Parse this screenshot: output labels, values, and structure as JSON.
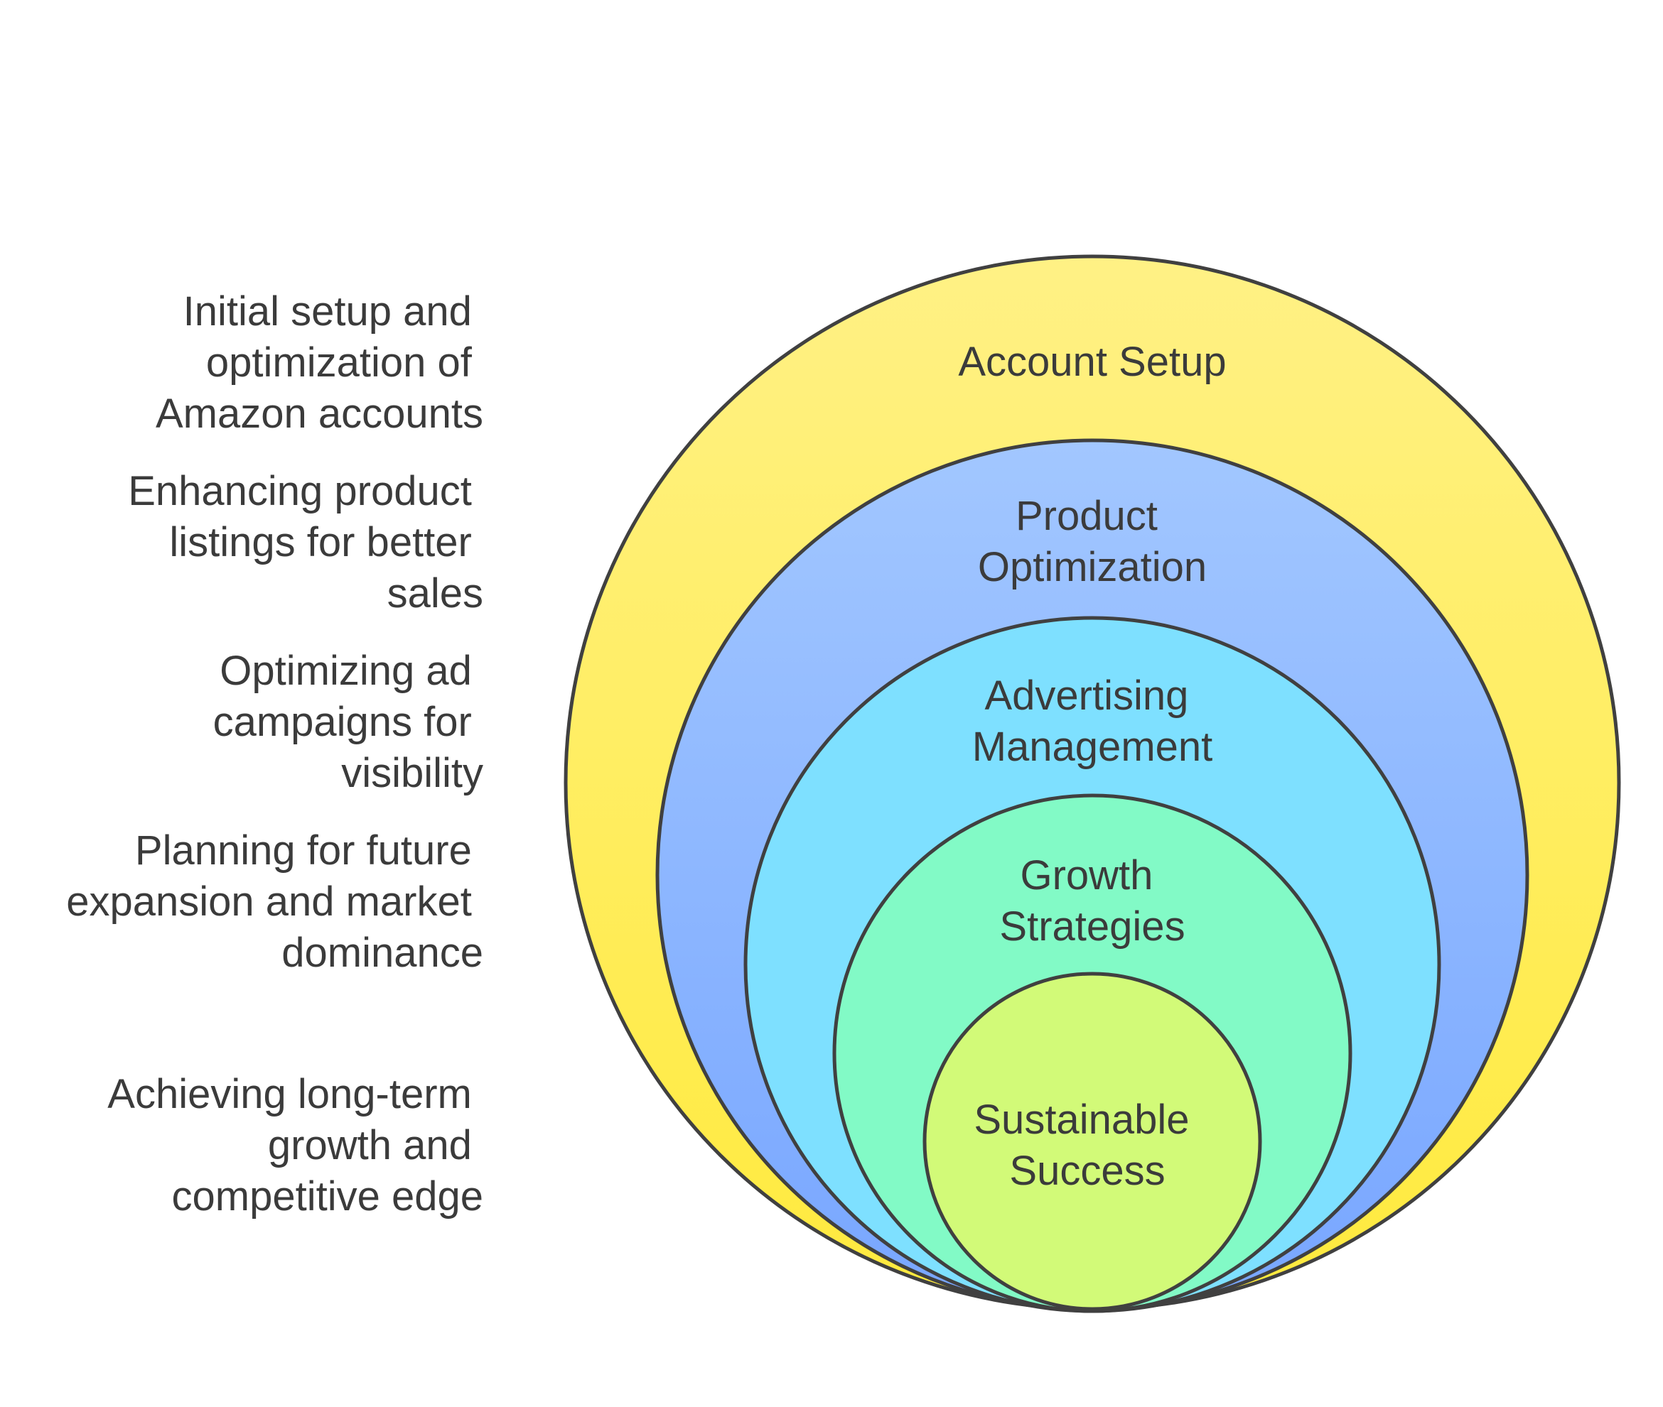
{
  "colors": {
    "outline": "#404040",
    "text": "#3b3b3b",
    "background": "#ffffff"
  },
  "layers": [
    {
      "title_lines": [
        "Account Setup"
      ],
      "description_lines": [
        "Initial setup and",
        "optimization of",
        "Amazon accounts"
      ],
      "fill_top": "#fff185",
      "fill_bottom": "#ffea3d"
    },
    {
      "title_lines": [
        "Product",
        "Optimization"
      ],
      "description_lines": [
        "Enhancing product",
        "listings for better",
        "sales"
      ],
      "fill_top": "#a2c7ff",
      "fill_bottom": "#78a6ff"
    },
    {
      "title_lines": [
        "Advertising",
        "Management"
      ],
      "description_lines": [
        "Optimizing ad",
        "campaigns for",
        "visibility"
      ],
      "fill_top": "#7ee0ff",
      "fill_bottom": "#7ee0ff"
    },
    {
      "title_lines": [
        "Growth",
        "Strategies"
      ],
      "description_lines": [
        "Planning for future",
        "expansion and market",
        "dominance"
      ],
      "fill_top": "#82fac6",
      "fill_bottom": "#82fac6"
    },
    {
      "title_lines": [
        "Sustainable",
        "Success"
      ],
      "description_lines": [
        "Achieving long-term",
        "growth and",
        "competitive edge"
      ],
      "fill_top": "#d2fa78",
      "fill_bottom": "#d2fa78"
    }
  ]
}
